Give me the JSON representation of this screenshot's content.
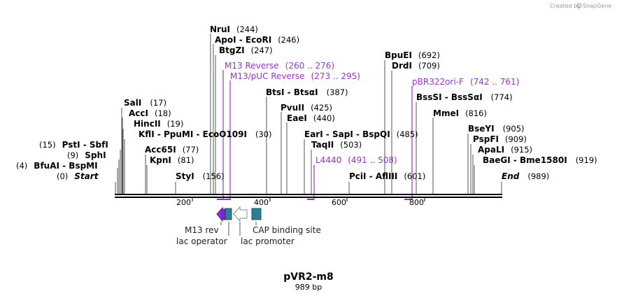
{
  "credit": "Created by",
  "credit_brand": "SnapGene",
  "map": {
    "title": "pVR2-m8",
    "length": "989 bp",
    "ticks": [
      "200",
      "400",
      "600",
      "800"
    ]
  },
  "sites": [
    {
      "name": "NruI",
      "pos": "(244)"
    },
    {
      "name": "ApoI - EcoRI",
      "pos": "(246)"
    },
    {
      "name": "BtgZI",
      "pos": "(247)"
    },
    {
      "name": "BtsI - BtsαI",
      "pos": "(387)"
    },
    {
      "name": "PvuII",
      "pos": "(425)"
    },
    {
      "name": "EaeI",
      "pos": "(440)"
    },
    {
      "name": "EarI - SapI - BspQI",
      "pos": "(485)"
    },
    {
      "name": "TaqII",
      "pos": "(503)"
    },
    {
      "name": "BpuEI",
      "pos": "(692)"
    },
    {
      "name": "DrdI",
      "pos": "(709)"
    },
    {
      "name": "BssSI - BssSαI",
      "pos": "(774)"
    },
    {
      "name": "MmeI",
      "pos": "(816)"
    },
    {
      "name": "SalI",
      "pos": "(17)"
    },
    {
      "name": "AccI",
      "pos": "(18)"
    },
    {
      "name": "HincII",
      "pos": "(19)"
    },
    {
      "name": "KflI - PpuMI - EcoO109I",
      "pos": "(30)"
    },
    {
      "name": "PstI - SbfI",
      "pos": "(15)"
    },
    {
      "name": "SphI",
      "pos": "(9)"
    },
    {
      "name": "BfuAI - BspMI",
      "pos": "(4)"
    },
    {
      "name": "Start",
      "pos": "(0)"
    },
    {
      "name": "Acc65I",
      "pos": "(77)"
    },
    {
      "name": "KpnI",
      "pos": "(81)"
    },
    {
      "name": "StyI",
      "pos": "(156)"
    },
    {
      "name": "PciI - AflIII",
      "pos": "(601)"
    },
    {
      "name": "BseYI",
      "pos": "(905)"
    },
    {
      "name": "PspFI",
      "pos": "(909)"
    },
    {
      "name": "ApaLI",
      "pos": "(915)"
    },
    {
      "name": "BaeGI - Bme1580I",
      "pos": "(919)"
    },
    {
      "name": "End",
      "pos": "(989)"
    }
  ],
  "primers": [
    {
      "name": "M13 Reverse",
      "range": "(260 .. 276)"
    },
    {
      "name": "M13/pUC Reverse",
      "range": "(273 .. 295)"
    },
    {
      "name": "L4440",
      "range": "(491 .. 508)"
    },
    {
      "name": "pBR322ori-F",
      "range": "(742 .. 761)"
    }
  ],
  "features": [
    {
      "name": "M13 rev"
    },
    {
      "name": "lac operator"
    },
    {
      "name": "lac promoter"
    },
    {
      "name": "CAP binding site"
    }
  ],
  "colors": {
    "primer": "#9933cc",
    "teal": "#2e7d94",
    "purple_arrow": "#8a2be2"
  }
}
